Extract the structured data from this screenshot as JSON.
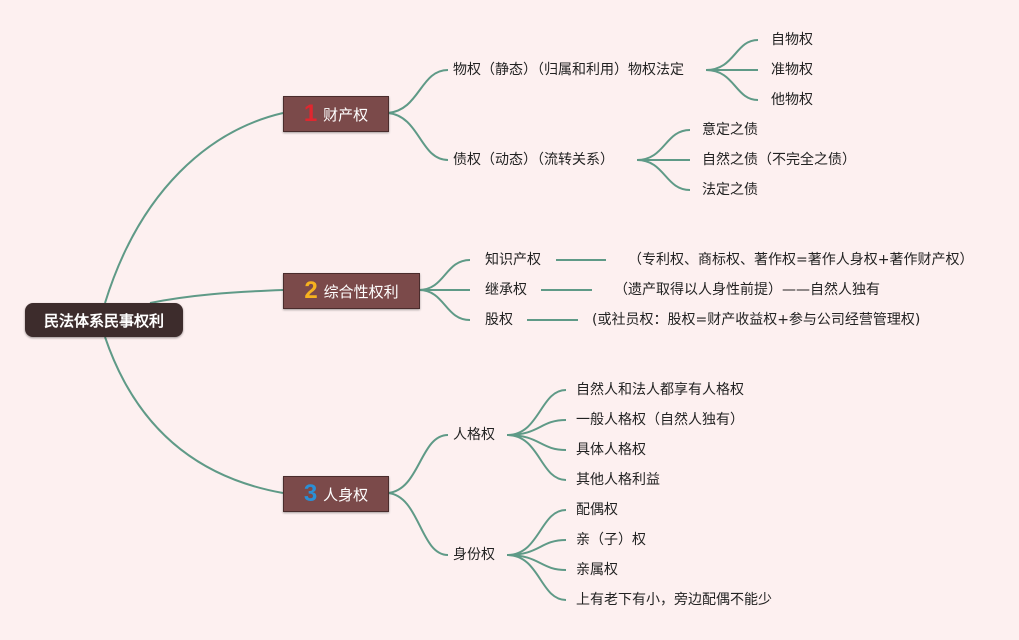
{
  "colors": {
    "link": "#5f9a87",
    "num1": "#e0272f",
    "num2": "#f6b21f",
    "num3": "#2a8fd6"
  },
  "root": "民法体系民事权利",
  "branches": [
    {
      "num": "1",
      "label": "财产权"
    },
    {
      "num": "2",
      "label": "综合性权利"
    },
    {
      "num": "3",
      "label": "人身权"
    }
  ],
  "property": {
    "real": {
      "label": "物权（静态）（归属和利用）物权法定",
      "items": [
        "自物权",
        "准物权",
        "他物权"
      ]
    },
    "claims": {
      "label": "债权（动态）（流转关系）",
      "items": [
        "意定之债",
        "自然之债（不完全之债）",
        "法定之债"
      ]
    }
  },
  "comprehensive": [
    {
      "label": "知识产权",
      "note": "（专利权、商标权、著作权=著作人身权+著作财产权）"
    },
    {
      "label": "继承权",
      "note": "（遗产取得以人身性前提）——自然人独有"
    },
    {
      "label": "股权",
      "note": "(或社员权：股权=财产收益权+参与公司经营管理权)"
    }
  ],
  "personal": {
    "personality": {
      "label": "人格权",
      "items": [
        "自然人和法人都享有人格权",
        "一般人格权（自然人独有）",
        "具体人格权",
        "其他人格利益"
      ]
    },
    "status": {
      "label": "身份权",
      "items": [
        "配偶权",
        "亲（子）权",
        "亲属权",
        "上有老下有小，旁边配偶不能少"
      ]
    }
  }
}
